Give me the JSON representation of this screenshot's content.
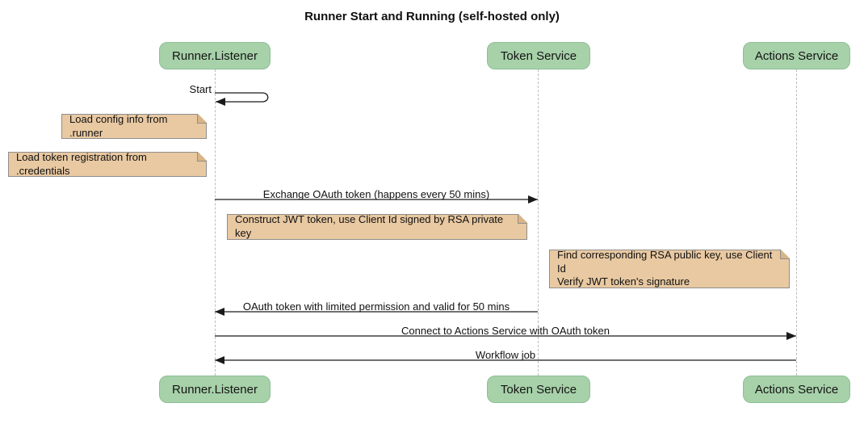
{
  "title": "Runner Start and Running (self-hosted only)",
  "participants": [
    {
      "name": "Runner.Listener"
    },
    {
      "name": "Token Service"
    },
    {
      "name": "Actions Service"
    }
  ],
  "messages": {
    "start": "Start",
    "exchange": "Exchange OAuth token (happens every 50 mins)",
    "oauth_return": "OAuth token with limited permission and valid for 50 mins",
    "connect": "Connect to Actions Service with OAuth token",
    "workflow": "Workflow job"
  },
  "notes": {
    "load_config": "Load config info from .runner",
    "load_token": "Load token registration from .credentials",
    "construct_jwt": "Construct JWT token, use Client Id signed by RSA private key",
    "find_rsa": "Find corresponding RSA public key, use Client Id\nVerify JWT token's signature"
  },
  "colors": {
    "participant_fill": "#a7d1a9",
    "participant_border": "#8fbf96",
    "note_fill": "#e9c9a2",
    "note_border": "#8e8e8e",
    "note_fold": "#d9b585",
    "lifeline_color": "#bdbdbd",
    "line_color": "#1a1a1a"
  }
}
